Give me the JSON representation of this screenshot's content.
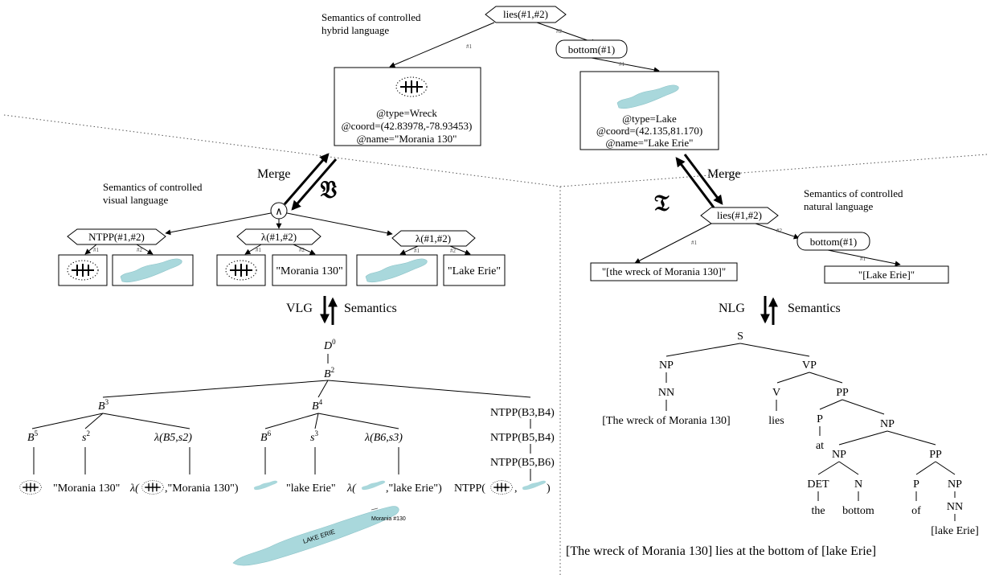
{
  "top": {
    "caption_line1": "Semantics of controlled",
    "caption_line2": "hybrid language",
    "root": "lies(#1,#2)",
    "bottom_node": "bottom(#1)",
    "edge1": "#1",
    "edge2": "#2",
    "wreck": {
      "type": "@type=Wreck",
      "coord": "@coord=(42.83978,-78.93453)",
      "name": "@name=\"Morania 130\""
    },
    "lake": {
      "type": "@type=Lake",
      "coord": "@coord=(42.135,81.170)",
      "name": "@name=\"Lake Erie\""
    }
  },
  "left": {
    "merge": "Merge",
    "frak": "𝔙",
    "caption_line1": "Semantics of controlled",
    "caption_line2": "visual language",
    "and_symbol": "∧",
    "ntpp": "NTPP(#1,#2)",
    "lambda1": "λ(#1,#2)",
    "lambda2": "λ(#1,#2)",
    "morania": "\"Morania 130\"",
    "lake_erie": "\"Lake Erie\"",
    "vlg": "VLG",
    "semantics": "Semantics",
    "tree": {
      "D": "D",
      "D_sup": "0",
      "B2": "B",
      "B2_sup": "2",
      "B3": "B",
      "B3_sup": "3",
      "B4": "B",
      "B4_sup": "4",
      "B5": "B",
      "B5_sup": "5",
      "s2": "s",
      "s2_sup": "2",
      "lam1": "λ(B5,s2)",
      "B6": "B",
      "B6_sup": "6",
      "s3": "s",
      "s3_sup": "3",
      "lam2": "λ(B6,s3)",
      "ntpp1": "NTPP(B3,B4)",
      "ntpp2": "NTPP(B5,B4)",
      "ntpp3": "NTPP(B5,B6)",
      "leaf_morania": "\"Morania 130\"",
      "leaf_lam1_open": "λ(",
      "leaf_lam1_close": ",\"Morania 130\")",
      "leaf_lake": "\"lake Erie\"",
      "leaf_lam2_open": "λ(",
      "leaf_lam2_close": ",\"lake Erie\")",
      "leaf_ntpp_open": "NTPP(",
      "leaf_ntpp_comma": ",",
      "leaf_ntpp_close": ")"
    },
    "map_lake_label": "LAKE ERIE",
    "map_wreck_label": "Morania #130"
  },
  "right": {
    "merge": "Merge",
    "frak": "𝔗",
    "caption_line1": "Semantics of controlled",
    "caption_line2": "natural language",
    "root": "lies(#1,#2)",
    "bottom_node": "bottom(#1)",
    "box1": "\"[the wreck of Morania 130]\"",
    "box2": "\"[Lake Erie]\"",
    "nlg": "NLG",
    "semantics": "Semantics",
    "tree": {
      "S": "S",
      "NP": "NP",
      "VP": "VP",
      "NN": "NN",
      "V": "V",
      "PP": "PP",
      "np_leaf": "[The wreck of Morania 130]",
      "lies": "lies",
      "P": "P",
      "NP2": "NP",
      "at": "at",
      "NP3": "NP",
      "PP2": "PP",
      "DET": "DET",
      "N": "N",
      "P2": "P",
      "NP4": "NP",
      "the": "the",
      "bottom": "bottom",
      "of": "of",
      "NN2": "NN",
      "lake_leaf": "[lake Erie]"
    },
    "sentence": "[The wreck of Morania 130] lies at the bottom of [lake Erie]"
  }
}
